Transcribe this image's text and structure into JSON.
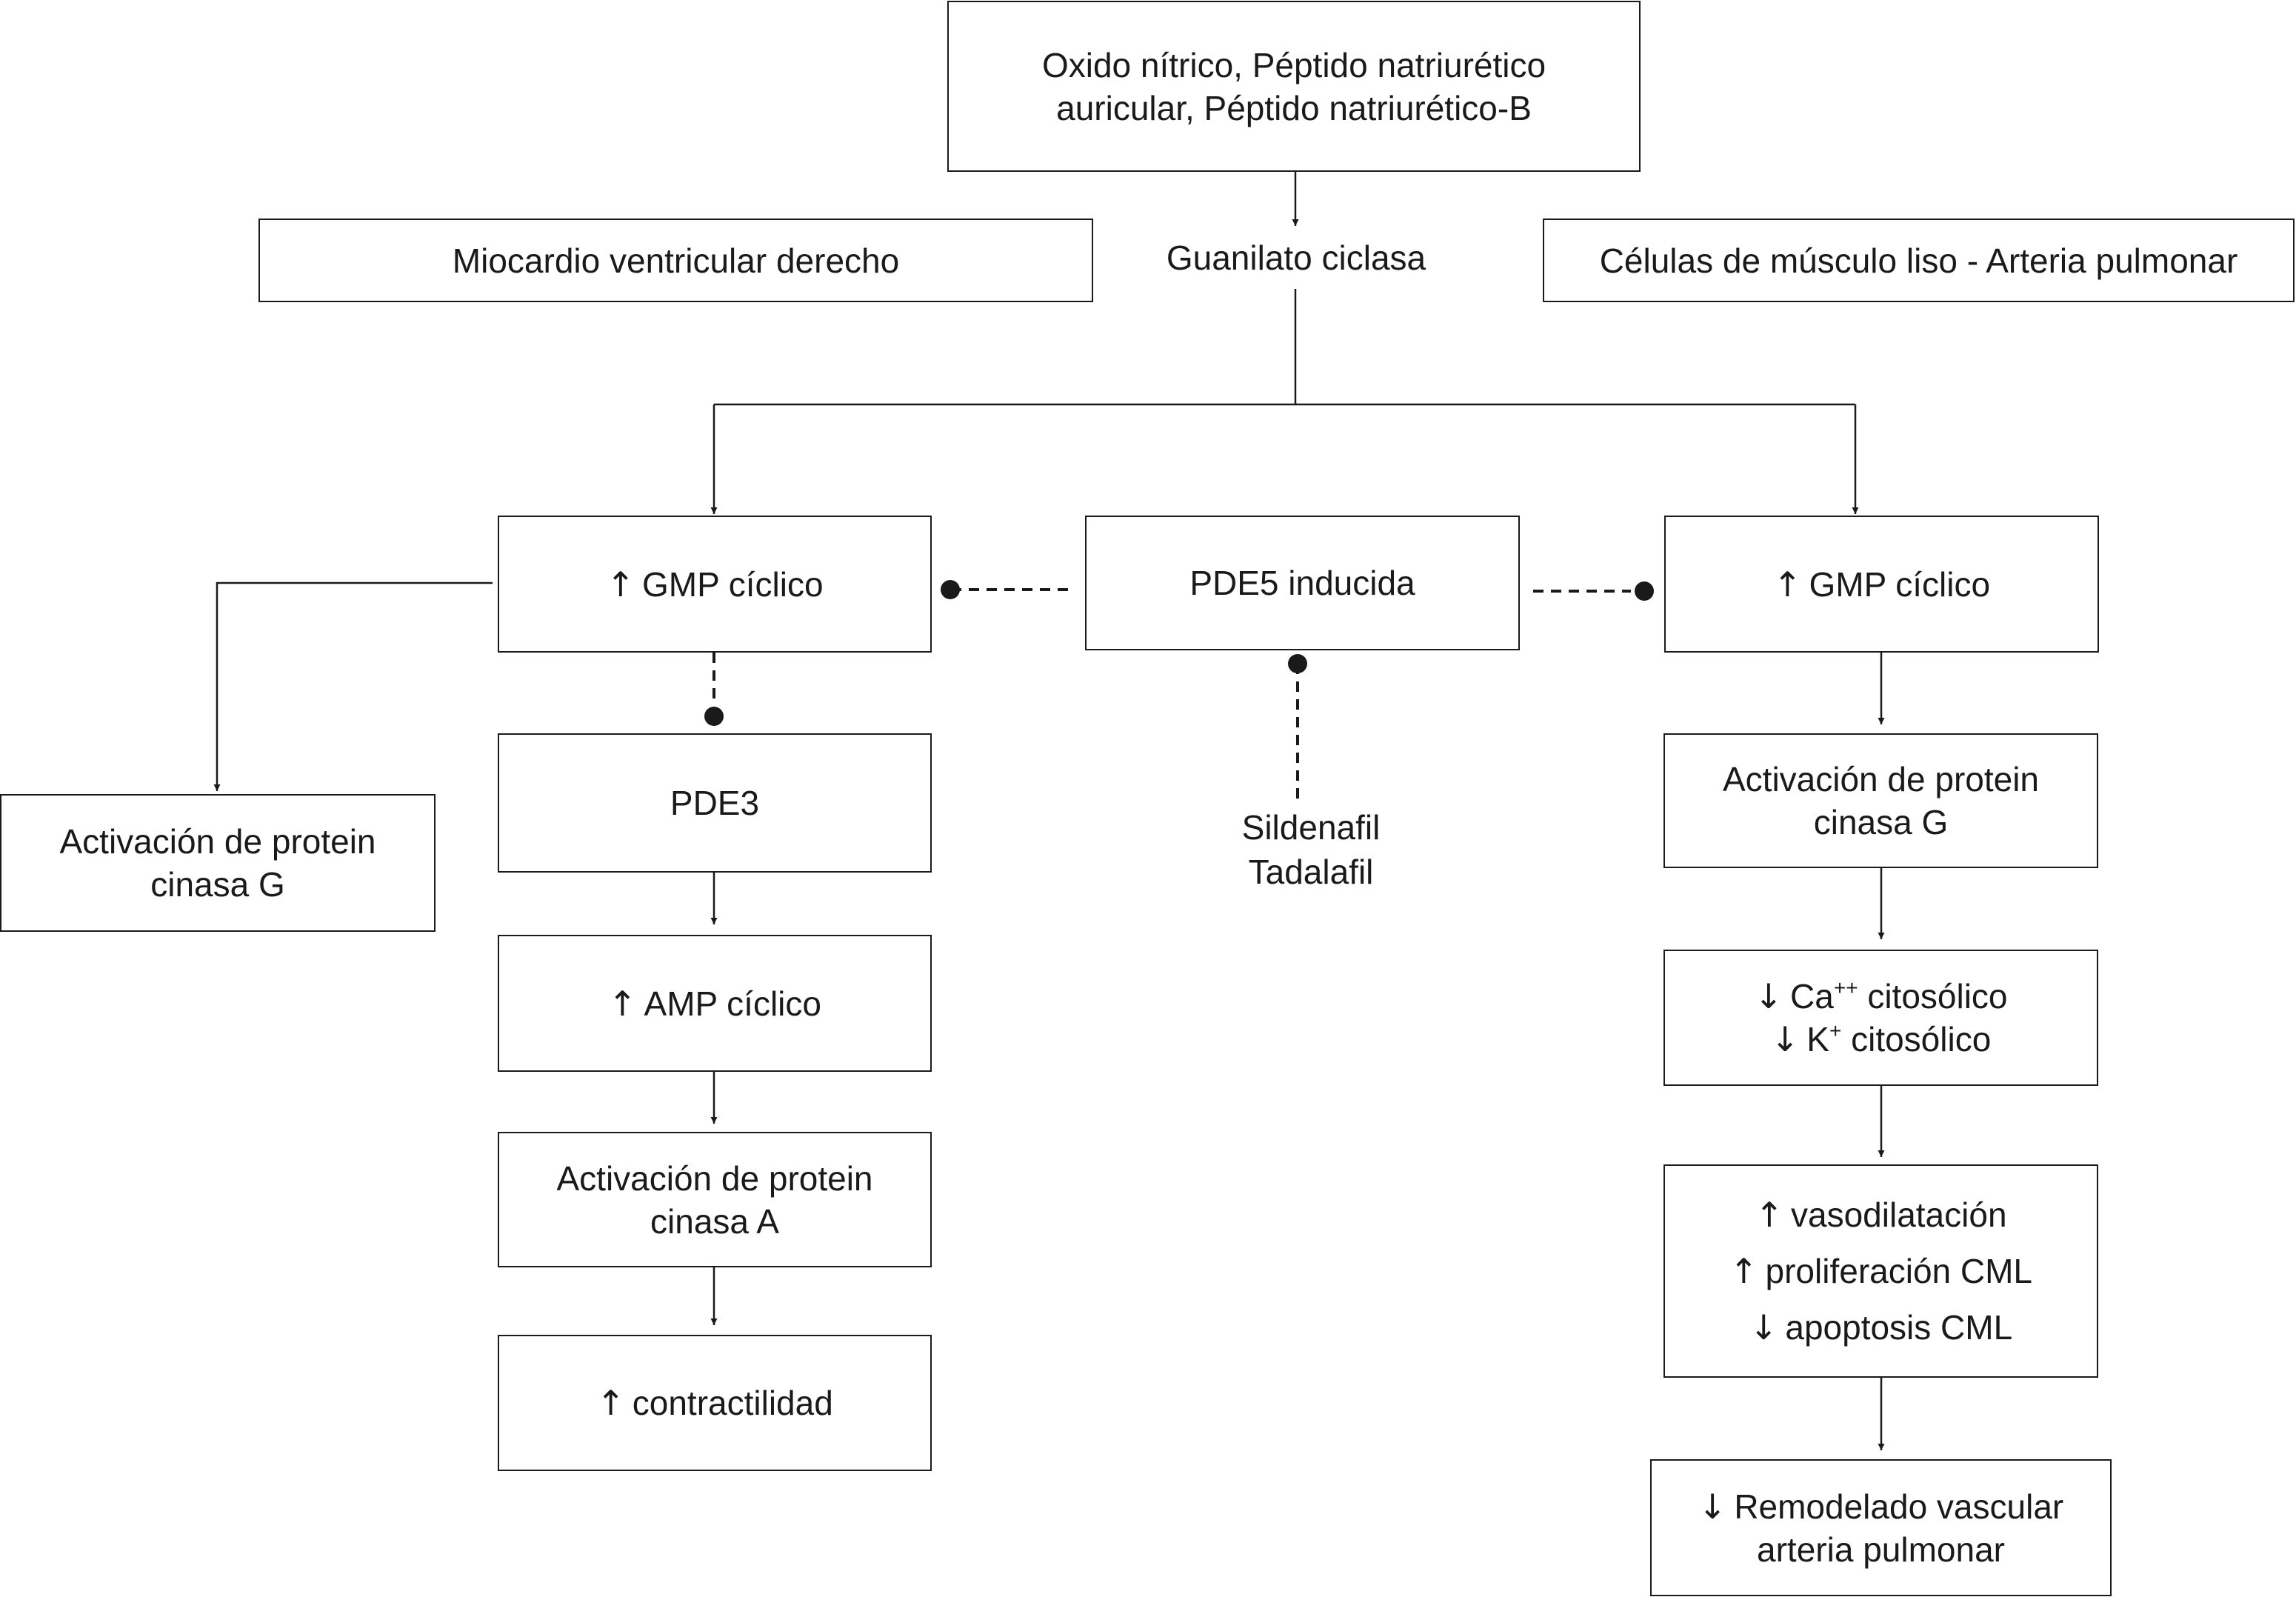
{
  "boxes": {
    "top": [
      "Oxido nítrico, Péptido natriurético",
      "auricular, Péptido natriurético-B"
    ],
    "left_header": "Miocardio ventricular derecho",
    "right_header": "Células de músculo liso - Arteria pulmonar",
    "center_label": "Guanilato ciclasa",
    "left_gmp": "GMP cíclico",
    "pde5": "PDE5 inducida",
    "right_gmp": "GMP cíclico",
    "far_left_pkg": [
      "Activación de protein",
      "cinasa G"
    ],
    "pde3": "PDE3",
    "amp": "AMP cíclico",
    "pka": [
      "Activación de protein",
      "cinasa A"
    ],
    "contractility": "contractilidad",
    "drugs": [
      "Sildenafil",
      "Tadalafil"
    ],
    "right_pkg": [
      "Activación de protein",
      "cinasa G"
    ],
    "calcium": {
      "ca_text": "Ca",
      "ca_sup": "++",
      "ca_suffix": " citosólico",
      "k_text": "K",
      "k_sup": "+",
      "k_suffix": " citosólico"
    },
    "effects": [
      "vasodilatación",
      "proliferación CML",
      "apoptosis CML"
    ],
    "remodel": [
      "Remodelado vascular",
      "arteria pulmonar"
    ]
  },
  "symbols": {
    "up": "↑",
    "down": "↓"
  }
}
